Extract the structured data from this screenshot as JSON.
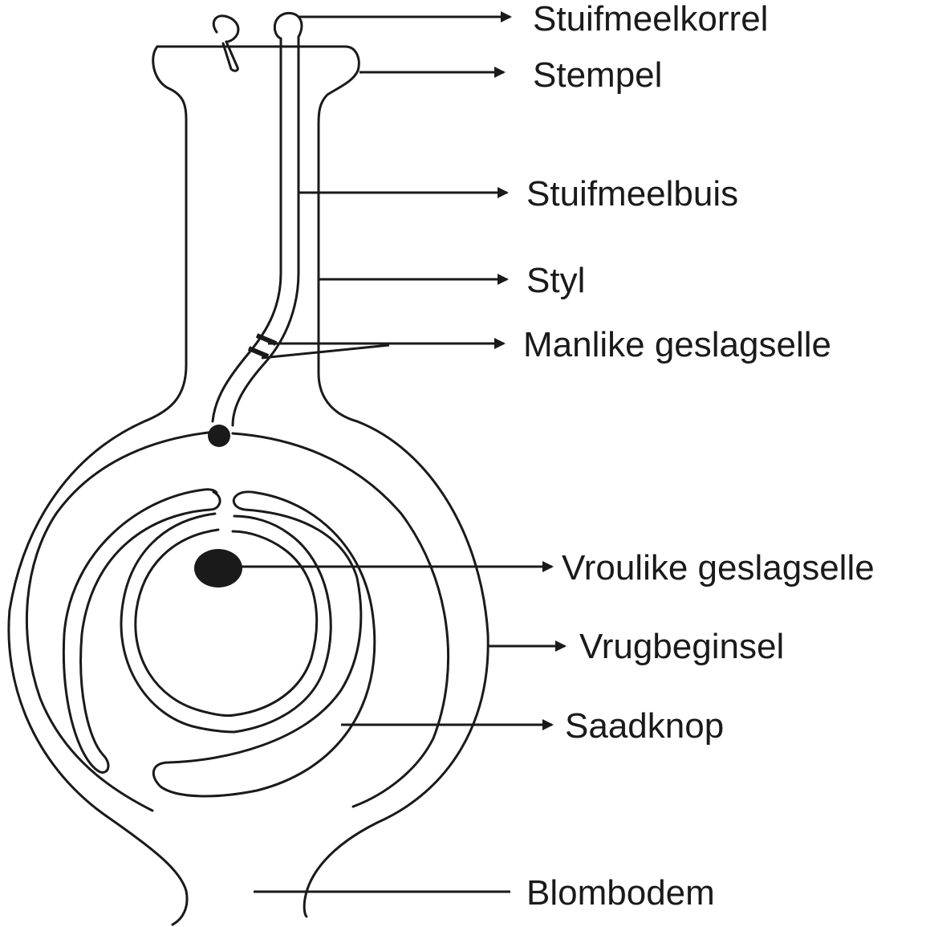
{
  "colors": {
    "ink": "#1a1a1a",
    "background": "#ffffff"
  },
  "labels": {
    "pollen_grain": "Stuifmeelkorrel",
    "stigma": "Stempel",
    "pollen_tube": "Stuifmeelbuis",
    "style": "Styl",
    "male_gamete": "Manlike geslagselle",
    "female_gamete": "Vroulike geslagselle",
    "ovary": "Vrugbeginsel",
    "ovule": "Saadknop",
    "receptacle": "Blombodem"
  }
}
